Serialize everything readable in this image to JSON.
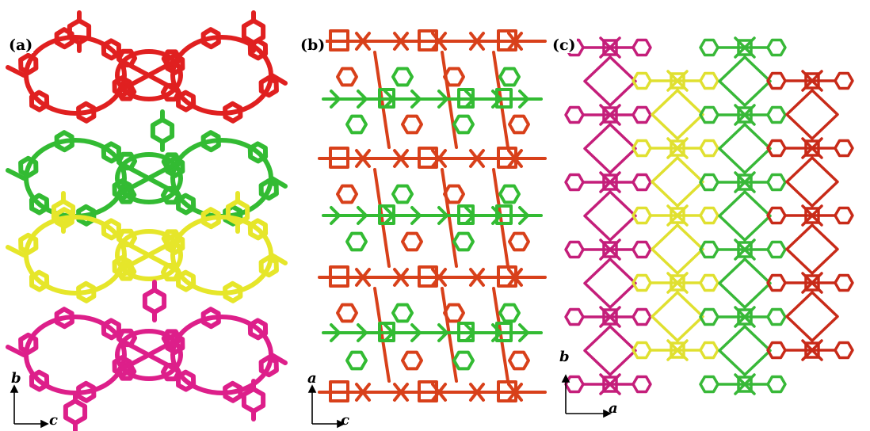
{
  "panels": [
    {
      "id": "a",
      "label": "(a)",
      "axes": {
        "vertical": "b",
        "horizontal": "c"
      },
      "layers": [
        {
          "color": "#e02020"
        },
        {
          "color": "#33bb33"
        },
        {
          "color": "#e6e62a"
        },
        {
          "color": "#dd1f8a"
        }
      ]
    },
    {
      "id": "b",
      "label": "(b)",
      "axes": {
        "vertical": "a",
        "horizontal": "c"
      },
      "layers": [
        {
          "color": "#d8401a"
        },
        {
          "color": "#33bb33"
        }
      ]
    },
    {
      "id": "c",
      "label": "(c)",
      "axes": {
        "vertical": "b",
        "horizontal": "a"
      },
      "layers": [
        {
          "color": "#c41e7a"
        },
        {
          "color": "#e0e030"
        },
        {
          "color": "#38b838"
        },
        {
          "color": "#c82a18"
        }
      ]
    }
  ]
}
